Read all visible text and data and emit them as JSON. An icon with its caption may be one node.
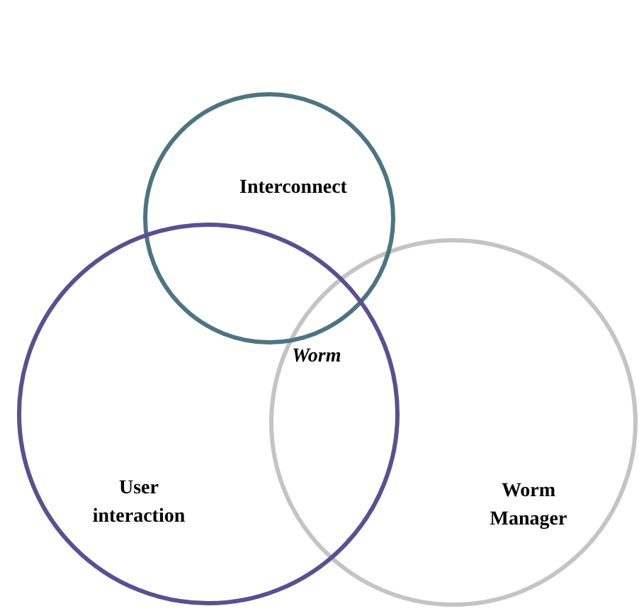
{
  "diagram": {
    "nodes": [
      {
        "text": [
          "Interconnect"
        ]
      },
      {
        "text": [
          "User interaction"
        ]
      },
      {
        "text": [
          "Worm Manager"
        ]
      }
    ],
    "labels": [
      "Worm"
    ]
  }
}
